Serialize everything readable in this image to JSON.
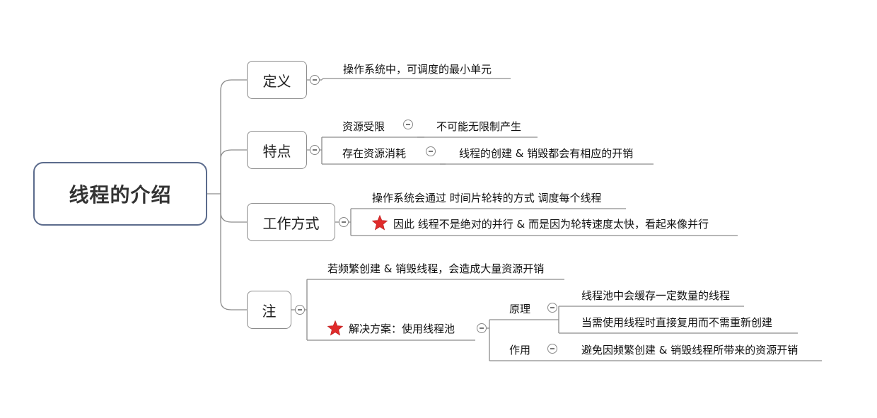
{
  "root": {
    "label": "线程的介绍"
  },
  "definition": {
    "label": "定义",
    "text": "操作系统中，可调度的最小单元"
  },
  "features": {
    "label": "特点",
    "items": [
      {
        "label": "资源受限",
        "detail": "不可能无限制产生"
      },
      {
        "label": "存在资源消耗",
        "detail": "线程的创建 & 销毁都会有相应的开销"
      }
    ]
  },
  "working": {
    "label": "工作方式",
    "line1": "操作系统会通过 时间片轮转的方式 调度每个线程",
    "line2": "因此 线程不是绝对的并行 & 而是因为轮转速度太快，看起来像并行"
  },
  "note": {
    "label": "注",
    "line1": "若频繁创建 & 销毁线程，会造成大量资源开销",
    "solution": "解决方案：使用线程池",
    "principle": {
      "label": "原理",
      "items": [
        "线程池中会缓存一定数量的线程",
        "当需使用线程时直接复用而不需重新创建"
      ]
    },
    "effect": {
      "label": "作用",
      "text": "避免因频繁创建 & 销毁线程所带来的资源开销"
    }
  },
  "colors": {
    "star": "#e02b2b",
    "line": "#8c8c8c",
    "root_border": "#5b6b8c"
  },
  "icons": [
    "collapse-icon",
    "star-icon"
  ]
}
